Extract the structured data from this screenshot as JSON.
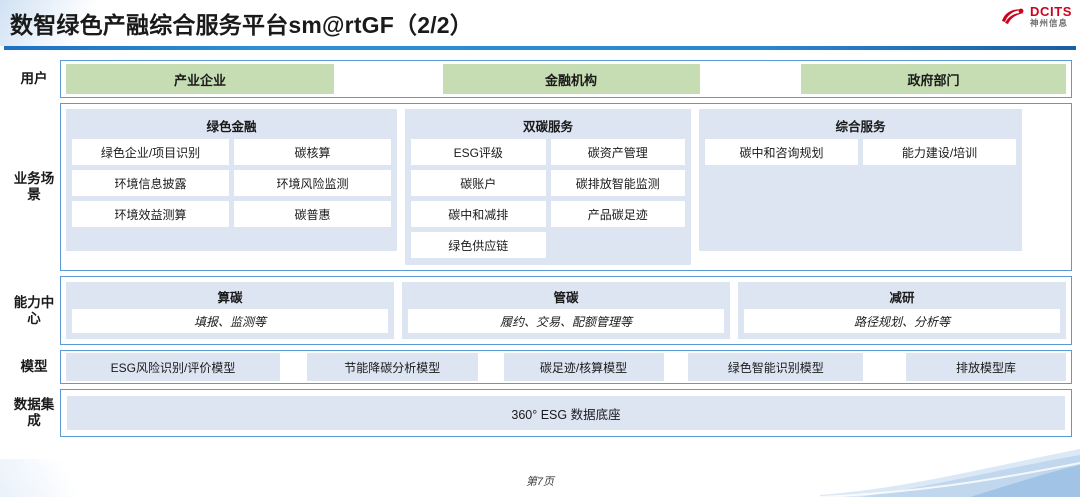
{
  "slide": {
    "title": "数智绿色产融综合服务平台sm@rtGF（2/2）",
    "footer": "第7页"
  },
  "logo": {
    "en": "DCITS",
    "cn": "神州信息",
    "color": "#d0021b"
  },
  "colors": {
    "row_border": "#5a9bd5",
    "user_box": "#c6ddb3",
    "panel_bg": "#dde4f2",
    "item_bg": "#ffffff",
    "title_rule": "#1d71c4"
  },
  "rows": {
    "users": {
      "label": "用户",
      "items": [
        {
          "label": "产业企业"
        },
        {
          "label": "金融机构"
        },
        {
          "label": "政府部门"
        }
      ]
    },
    "scenarios": {
      "label": "业务场景",
      "groups": [
        {
          "title": "绿色金融",
          "items": [
            "绿色企业/项目识别",
            "碳核算",
            "环境信息披露",
            "环境风险监测",
            "环境效益测算",
            "碳普惠"
          ]
        },
        {
          "title": "双碳服务",
          "items": [
            "ESG评级",
            "碳资产管理",
            "碳账户",
            "碳排放智能监测",
            "碳中和减排",
            "产品碳足迹",
            "绿色供应链"
          ]
        },
        {
          "title": "综合服务",
          "items": [
            "碳中和咨询规划",
            "能力建设/培训"
          ]
        }
      ]
    },
    "capability": {
      "label": "能力中心",
      "groups": [
        {
          "title": "算碳",
          "subtitle": "填报、监测等"
        },
        {
          "title": "管碳",
          "subtitle": "履约、交易、配额管理等"
        },
        {
          "title": "减研",
          "subtitle": "路径规划、分析等"
        }
      ]
    },
    "models": {
      "label": "模型",
      "items": [
        "ESG风险识别/评价模型",
        "节能降碳分析模型",
        "碳足迹/核算模型",
        "绿色智能识别模型",
        "排放模型库"
      ]
    },
    "data": {
      "label": "数据集成",
      "item": "360° ESG 数据底座"
    }
  }
}
